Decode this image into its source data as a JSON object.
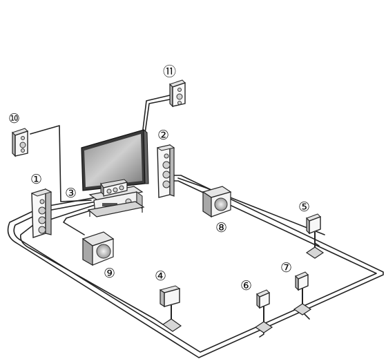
{
  "labels": {
    "l1": "①",
    "l2": "②",
    "l3": "③",
    "l4": "④",
    "l5": "⑤",
    "l6": "⑥",
    "l7": "⑦",
    "l8": "⑧",
    "l9": "⑨",
    "l10": "⑩",
    "l11": "⑪"
  }
}
